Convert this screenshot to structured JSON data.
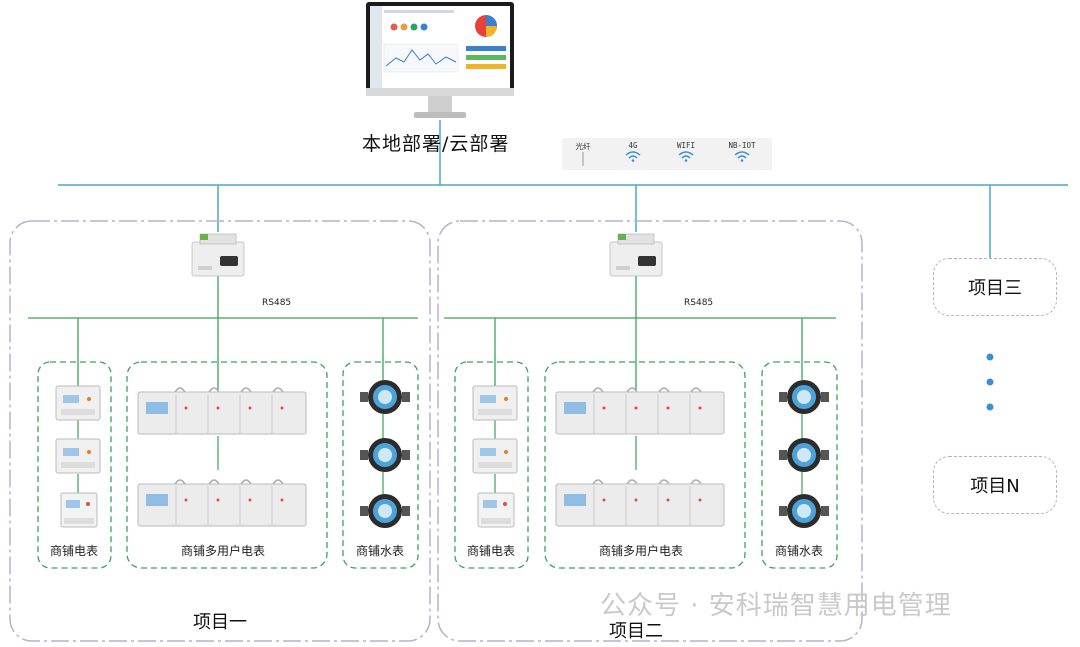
{
  "deploy": {
    "label": "本地部署/云部署"
  },
  "connectivity": [
    {
      "label": "光纤",
      "icon": "fiber-line-icon"
    },
    {
      "label": "4G",
      "icon": "wireless-icon"
    },
    {
      "label": "WIFI",
      "icon": "wireless-icon"
    },
    {
      "label": "NB-IOT",
      "icon": "wireless-icon"
    }
  ],
  "projects": [
    {
      "title": "项目一",
      "bus_label": "RS485",
      "groups": [
        {
          "label": "商铺电表"
        },
        {
          "label": "商铺多用户电表"
        },
        {
          "label": "商铺水表"
        }
      ]
    },
    {
      "title": "项目二",
      "bus_label": "RS485",
      "groups": [
        {
          "label": "商铺电表"
        },
        {
          "label": "商铺多用户电表"
        },
        {
          "label": "商铺水表"
        }
      ]
    }
  ],
  "side_projects": [
    {
      "label": "项目三"
    },
    {
      "label": "项目N"
    }
  ],
  "watermark": "公众号 · 安科瑞智慧用电管理",
  "colors": {
    "network_line": "#4aa7c8",
    "rs485_line": "#3aa35a",
    "group_border": "#3aa35a",
    "project_border": "#b8b0cf",
    "dots": "#3a8fd6"
  }
}
